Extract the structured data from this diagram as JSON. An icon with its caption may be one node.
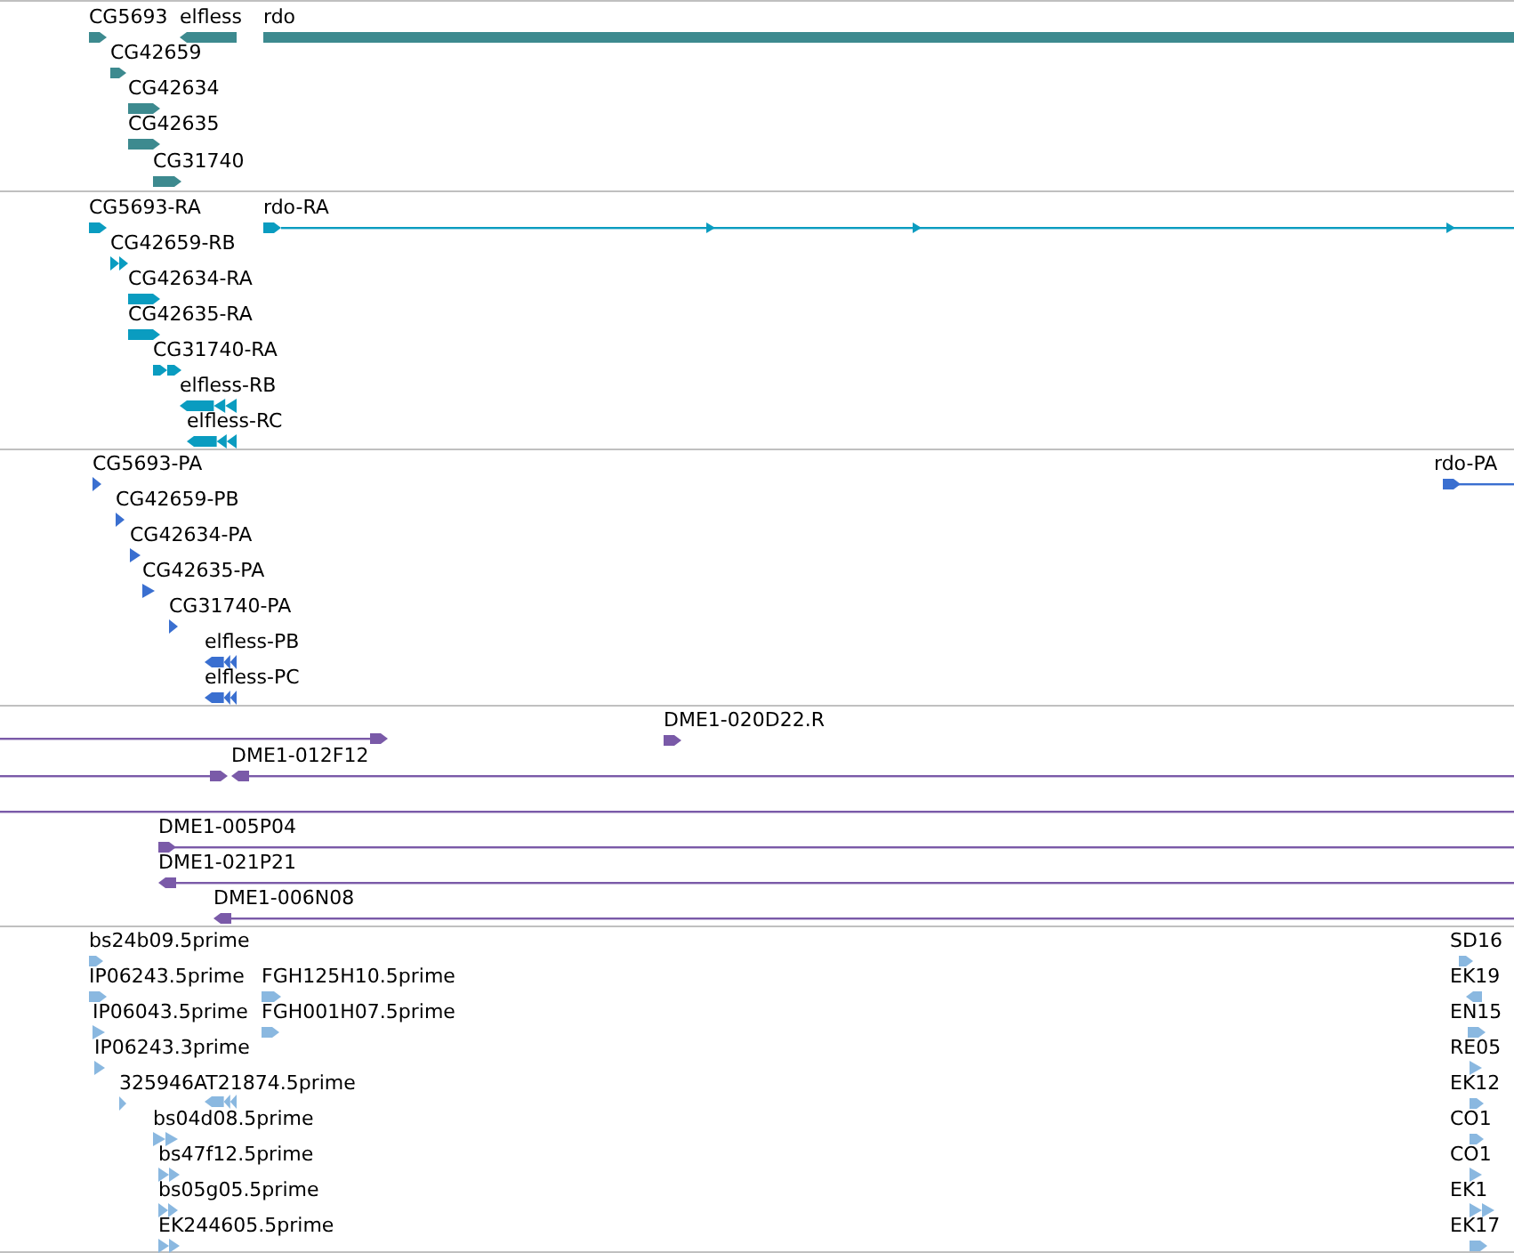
{
  "diagram": {
    "nodes": [
      {
        "text": [
          "CG5693"
        ]
      },
      {
        "text": [
          "elfless"
        ]
      },
      {
        "text": [
          "rdo"
        ]
      },
      {
        "text": [
          "CG42659"
        ]
      },
      {
        "text": [
          "CG42634"
        ]
      },
      {
        "text": [
          "CG42635"
        ]
      },
      {
        "text": [
          "CG31740"
        ]
      },
      {
        "text": [
          "CG5693-RA"
        ]
      },
      {
        "text": [
          "rdo-RA"
        ]
      },
      {
        "text": [
          "CG42659-RB"
        ]
      },
      {
        "text": [
          "CG42634-RA"
        ]
      },
      {
        "text": [
          "CG42635-RA"
        ]
      },
      {
        "text": [
          "CG31740-RA"
        ]
      },
      {
        "text": [
          "elfless-RB"
        ]
      },
      {
        "text": [
          "elfless-RC"
        ]
      },
      {
        "text": [
          "CG5693-PA"
        ]
      },
      {
        "text": [
          "rdo-PA"
        ]
      },
      {
        "text": [
          "CG42659-PB"
        ]
      },
      {
        "text": [
          "CG42634-PA"
        ]
      },
      {
        "text": [
          "CG42635-PA"
        ]
      },
      {
        "text": [
          "CG31740-PA"
        ]
      },
      {
        "text": [
          "elfless-PB"
        ]
      },
      {
        "text": [
          "elfless-PC"
        ]
      },
      {
        "text": [],
        "shape": "bar"
      },
      {
        "text": [
          "DME1-020D22.R"
        ]
      },
      {
        "text": [],
        "shape": "bar"
      },
      {
        "text": [
          "DME1-012F12"
        ]
      },
      {
        "text": [],
        "shape": "bar"
      },
      {
        "text": [
          "DME1-005P04"
        ]
      },
      {
        "text": [
          "DME1-021P21"
        ]
      },
      {
        "text": [
          "DME1-006N08"
        ]
      },
      {
        "text": [
          "bs24b09.5prime"
        ]
      },
      {
        "text": [
          "SD16"
        ]
      },
      {
        "text": [
          "IP06243.5prime"
        ]
      },
      {
        "text": [
          "FGH125H10.5prime"
        ]
      },
      {
        "text": [
          "EK19"
        ]
      },
      {
        "text": [
          "IP06043.5prime"
        ]
      },
      {
        "text": [
          "FGH001H07.5prime"
        ]
      },
      {
        "text": [
          "EN15"
        ]
      },
      {
        "text": [
          "IP06243.3prime"
        ]
      },
      {
        "text": [
          "RE05"
        ]
      },
      {
        "text": [
          "325946AT21874.5prime"
        ]
      },
      {
        "text": [],
        "shape": "bar"
      },
      {
        "text": [
          "EK12"
        ]
      },
      {
        "text": [
          "bs04d08.5prime"
        ]
      },
      {
        "text": [
          "CO1"
        ]
      },
      {
        "text": [
          "bs47f12.5prime"
        ]
      },
      {
        "text": [
          "CO1"
        ]
      },
      {
        "text": [
          "bs05g05.5prime"
        ]
      },
      {
        "text": [
          "EK1"
        ]
      },
      {
        "text": [
          "EK244605.5prime"
        ]
      },
      {
        "text": [
          "EK17"
        ]
      }
    ]
  }
}
